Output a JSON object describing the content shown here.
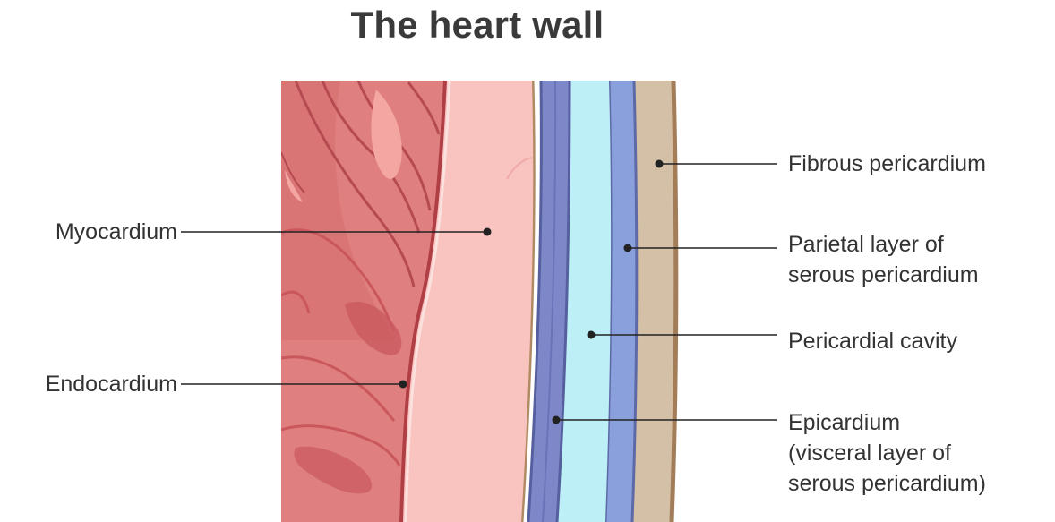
{
  "title": "The heart wall",
  "labels": {
    "myocardium": "Myocardium",
    "endocardium": "Endocardium",
    "fibrous_pericardium": "Fibrous pericardium",
    "parietal_layer": [
      "Parietal layer of",
      "serous pericardium"
    ],
    "pericardial_cavity": "Pericardial cavity",
    "epicardium": [
      "Epicardium",
      "(visceral layer of",
      "serous pericardium)"
    ]
  },
  "colors": {
    "myocardium_muscle": "#e07f7f",
    "endocardium_band": "#f9c4c0",
    "epicardium": "#7e88c8",
    "pericardial_cavity": "#bdf0f6",
    "parietal_layer": "#8aa0dc",
    "fibrous_pericardium": "#d3c0a6",
    "leader_line": "#222222"
  }
}
